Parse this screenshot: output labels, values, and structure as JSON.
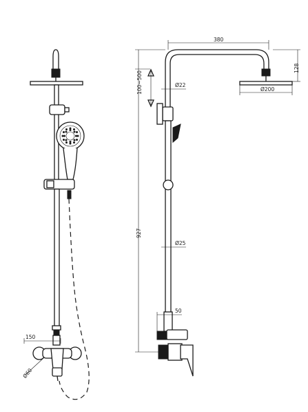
{
  "dimensions": {
    "arm_length": "380",
    "head_drop": "128",
    "head_diameter": "Ø200",
    "slide_range": "100~500",
    "upper_pipe": "Ø22",
    "riser_pipe": "Ø25",
    "total_height": "927",
    "wall_offset": "50",
    "inlet_spacing": "150",
    "inlet_diameter": "Ø60"
  }
}
